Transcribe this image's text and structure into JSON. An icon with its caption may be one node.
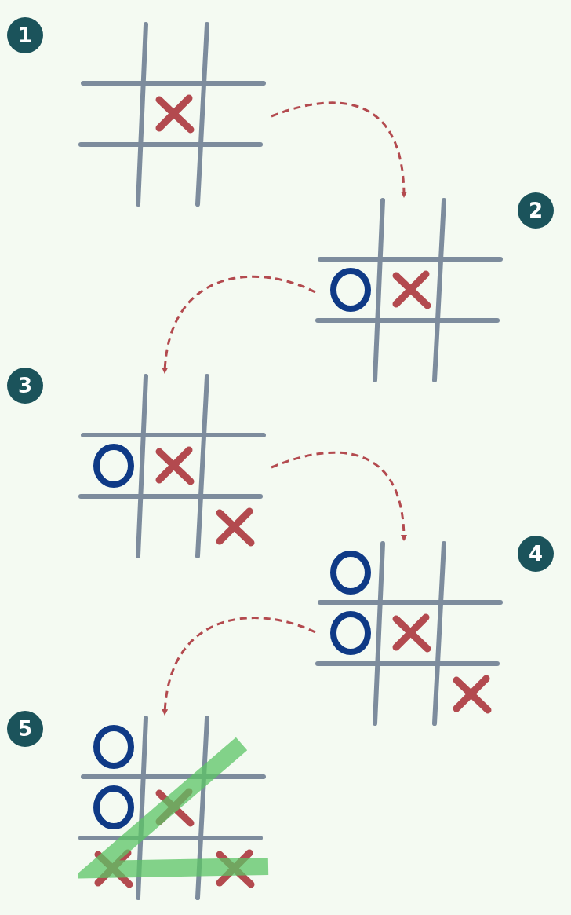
{
  "diagram": {
    "nodes": [
      {
        "text": [
          "1"
        ]
      },
      {
        "text": [
          "2"
        ]
      },
      {
        "text": [
          "3"
        ]
      },
      {
        "text": [
          "4"
        ]
      },
      {
        "text": [
          "5"
        ]
      },
      {
        "text": [],
        "shape": "picture"
      },
      {
        "text": [],
        "shape": "picture"
      },
      {
        "text": [],
        "shape": "picture"
      },
      {
        "text": [],
        "shape": "picture"
      },
      {
        "text": [],
        "shape": "picture"
      }
    ],
    "edges": [
      {
        "from": 5,
        "to": 6,
        "arrow": "to",
        "style": "dashed"
      },
      {
        "from": 6,
        "to": 7,
        "arrow": "to",
        "style": "dashed"
      },
      {
        "from": 7,
        "to": 8,
        "arrow": "to",
        "style": "dashed"
      },
      {
        "from": 8,
        "to": 9,
        "arrow": "to",
        "style": "dashed"
      }
    ]
  }
}
